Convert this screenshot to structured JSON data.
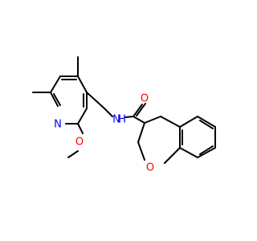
{
  "colors": {
    "bond": "#000000",
    "nitrogen": "#0000ff",
    "oxygen": "#ff0000"
  },
  "atoms": {
    "pyridine_n": "N",
    "methoxy_o": "O",
    "amide_nh": "N",
    "amide_h": "H",
    "carbonyl_o": "O",
    "ring_o": "O"
  }
}
